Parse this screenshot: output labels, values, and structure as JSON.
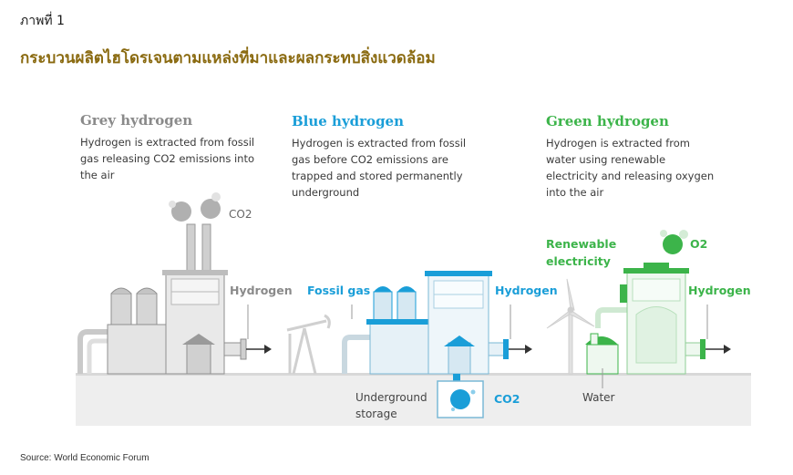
{
  "figure_label": "ภาพที่ 1",
  "title": "กระบวนผลิตไฮโดรเจนตามแหล่งที่มาและผลกระทบสิ่งแวดล้อม",
  "source": "Source: World Economic Forum",
  "colors": {
    "grey": "#8a8a8a",
    "blue": "#1a9ed8",
    "green": "#3cb44a",
    "title": "#8a6a10"
  },
  "grey": {
    "title": "Grey hydrogen",
    "description": "Hydrogen is extracted from fossil gas releasing CO2 emissions into the air",
    "co2_label": "CO2",
    "hydrogen_label": "Hydrogen"
  },
  "blue": {
    "title": "Blue hydrogen",
    "description": "Hydrogen is extracted from fossil gas before CO2 emissions are trapped and stored permanently underground",
    "fossil_gas_label": "Fossil gas",
    "hydrogen_label": "Hydrogen",
    "storage_label": "Underground storage",
    "co2_label": "CO2"
  },
  "green": {
    "title": "Green hydrogen",
    "description": "Hydrogen is extracted from water using renewable electricity and releasing oxygen into the air",
    "renewable_label": "Renewable electricity",
    "o2_label": "O2",
    "hydrogen_label": "Hydrogen",
    "water_label": "Water"
  }
}
